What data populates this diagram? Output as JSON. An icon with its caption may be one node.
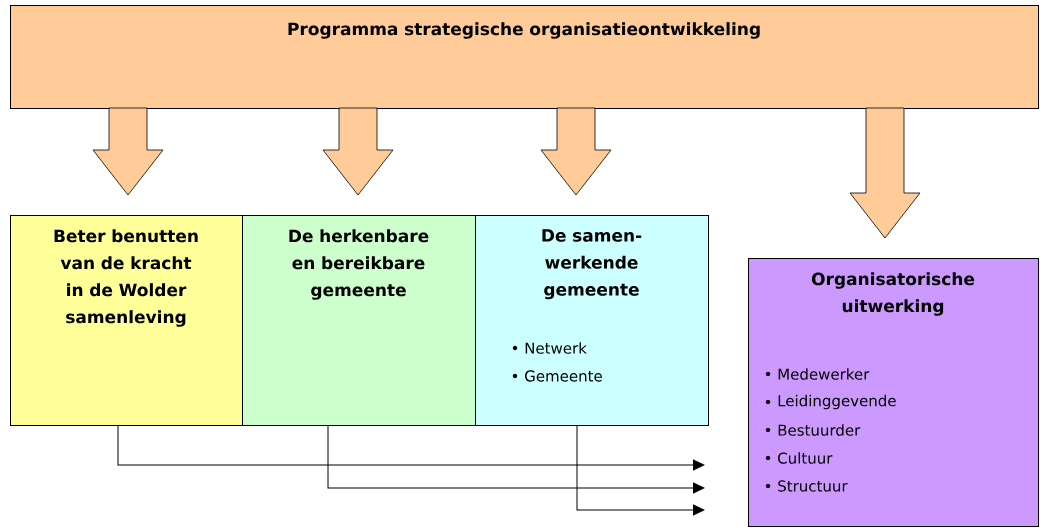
{
  "diagram": {
    "nodes": [
      {
        "text": [
          "Programma strategische organisatieontwikkeling"
        ]
      },
      {
        "text": [
          "Beter benutten van de kracht in de Wolder samenleving"
        ]
      },
      {
        "text": [
          "De herkenbare en bereikbare gemeente"
        ]
      },
      {
        "text": [
          "De samen- werkende gemeente",
          "Netwerk",
          "Gemeente"
        ]
      },
      {
        "text": [
          "Organisatorische uitwerking",
          "Medewerker",
          "Leidinggevende",
          "Bestuurder",
          "Cultuur",
          "Structuur"
        ]
      }
    ],
    "edges": [
      {
        "from": 0,
        "to": 1,
        "arrow": "to",
        "style": "thick"
      },
      {
        "from": 0,
        "to": 2,
        "arrow": "to",
        "style": "thick"
      },
      {
        "from": 0,
        "to": 3,
        "arrow": "to",
        "style": "thick"
      },
      {
        "from": 0,
        "to": 4,
        "arrow": "to",
        "style": "thick"
      },
      {
        "from": 1,
        "to": null,
        "arrow": "to",
        "color": "#000000"
      },
      {
        "from": 2,
        "to": null,
        "arrow": "to",
        "color": "#000000"
      },
      {
        "from": 3,
        "to": null,
        "arrow": "to",
        "color": "#000000"
      }
    ]
  }
}
